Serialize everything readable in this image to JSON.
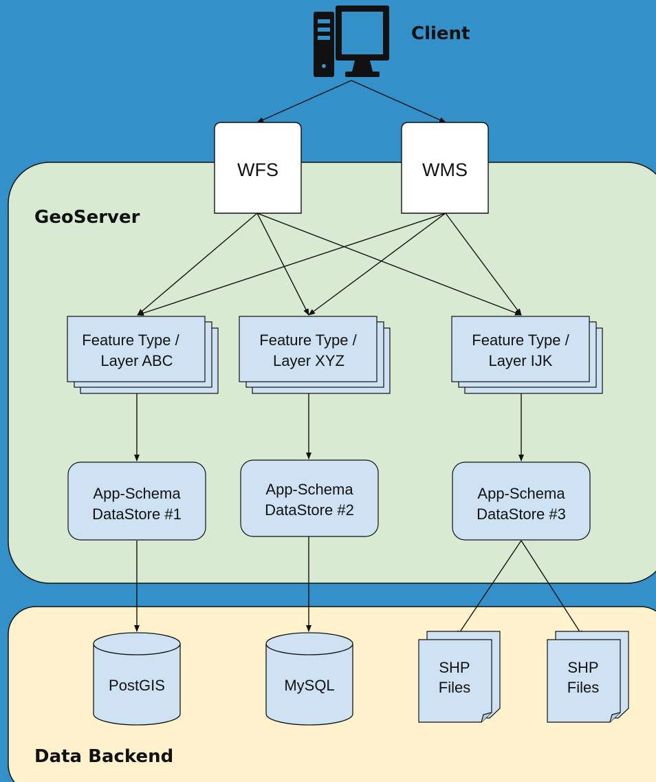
{
  "client": {
    "label": "Client",
    "icon": "computer-icon"
  },
  "services": [
    {
      "id": "wfs",
      "label": "WFS"
    },
    {
      "id": "wms",
      "label": "WMS"
    }
  ],
  "geoserver": {
    "label": "GeoServer"
  },
  "feature_types": [
    {
      "id": "abc",
      "line1": "Feature Type /",
      "line2": "Layer ABC"
    },
    {
      "id": "xyz",
      "line1": "Feature Type /",
      "line2": "Layer XYZ"
    },
    {
      "id": "ijk",
      "line1": "Feature Type /",
      "line2": "Layer IJK"
    }
  ],
  "datastores": [
    {
      "id": "ds1",
      "line1": "App-Schema",
      "line2": "DataStore #1"
    },
    {
      "id": "ds2",
      "line1": "App-Schema",
      "line2": "DataStore #2"
    },
    {
      "id": "ds3",
      "line1": "App-Schema",
      "line2": "DataStore #3"
    }
  ],
  "backend": {
    "label": "Data Backend",
    "databases": [
      {
        "id": "postgis",
        "label": "PostGIS"
      },
      {
        "id": "mysql",
        "label": "MySQL"
      }
    ],
    "files": [
      {
        "id": "shp1",
        "line1": "SHP",
        "line2": "Files"
      },
      {
        "id": "shp2",
        "line1": "SHP",
        "line2": "Files"
      }
    ]
  },
  "colors": {
    "background": "#3390c8",
    "geoserver_fill": "#d9ead3",
    "backend_fill": "#fff2cc",
    "node_fill": "#cfe2f3",
    "service_fill": "#ffffff",
    "stroke": "#111111"
  }
}
